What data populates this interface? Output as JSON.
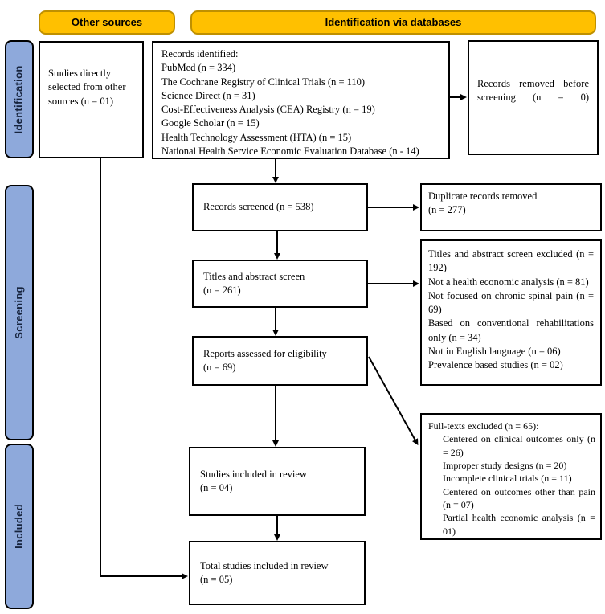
{
  "headers": {
    "other_sources": "Other sources",
    "identification_via_databases": "Identification via databases"
  },
  "stages": {
    "identification": "Identification",
    "screening": "Screening",
    "included": "Included"
  },
  "boxes": {
    "studies_direct": "Studies directly selected from other sources (n = 01)",
    "records_identified": {
      "lines": [
        "Records identified:",
        "PubMed (n = 334)",
        "The Cochrane Registry of Clinical Trials (n = 110)",
        "Science Direct (n = 31)",
        "Cost-Effectiveness Analysis (CEA) Registry (n = 19)",
        "Google Scholar (n = 15)",
        "Health Technology Assessment (HTA) (n = 15)",
        "National Health Service Economic Evaluation Database (n - 14)"
      ]
    },
    "records_removed": "Records removed before screening (n = 0)",
    "records_screened": "Records screened (n = 538)",
    "duplicates_removed": "Duplicate records removed\n(n = 277)",
    "titles_screen": "Titles and abstract screen\n(n = 261)",
    "titles_excluded": {
      "lines": [
        "Titles and abstract screen excluded (n = 192)",
        "Not a health economic analysis (n = 81)",
        "Not focused on chronic spinal pain (n = 69)",
        "Based on conventional rehabilitations only (n = 34)",
        "Not in English language (n = 06)",
        "Prevalence based studies (n = 02)"
      ]
    },
    "reports_assessed": "Reports assessed for eligibility\n(n = 69)",
    "fulltexts_excluded": {
      "title": "Full-texts excluded (n = 65):",
      "items": [
        "Centered on clinical outcomes only (n = 26)",
        "Improper study designs (n = 20)",
        "Incomplete clinical trials (n = 11)",
        "Centered on outcomes other than pain (n = 07)",
        "Partial health economic analysis (n = 01)"
      ]
    },
    "studies_included": "Studies included in review\n(n = 04)",
    "total_included": "Total studies included in review\n(n = 05)"
  },
  "colors": {
    "header_fill": "#FFC000",
    "header_border": "#BF9000",
    "stage_fill": "#8EA9DB",
    "line_color": "#000000"
  }
}
